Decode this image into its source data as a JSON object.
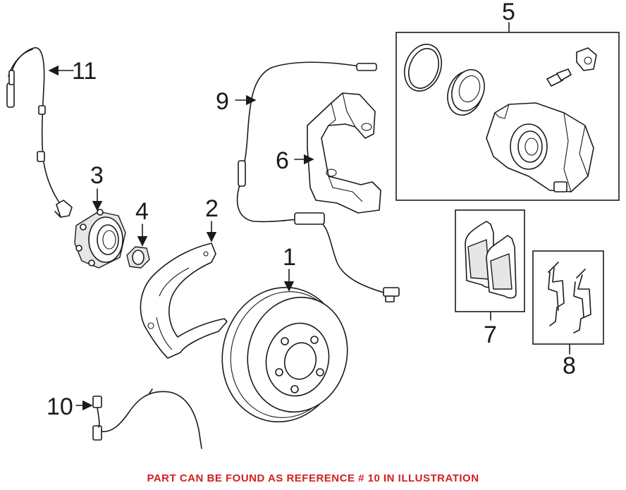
{
  "callouts": {
    "c1": "1",
    "c2": "2",
    "c3": "3",
    "c4": "4",
    "c5": "5",
    "c6": "6",
    "c7": "7",
    "c8": "8",
    "c9": "9",
    "c10": "10",
    "c11": "11"
  },
  "caption": "PART CAN BE FOUND AS REFERENCE # 10 IN ILLUSTRATION",
  "colors": {
    "caption": "#d32020",
    "line": "#1a1a1a",
    "background": "#ffffff"
  }
}
